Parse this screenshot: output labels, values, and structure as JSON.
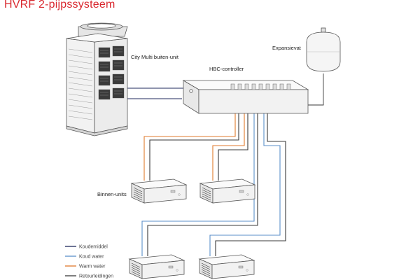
{
  "title": "HVRF 2-pijpssysteem",
  "labels": {
    "outdoor_unit": "City Multi buiten-unit",
    "hbc_controller": "HBC-controller",
    "expansion_vessel": "Expansievat",
    "indoor_units": "Binnen-units"
  },
  "legend": [
    {
      "label": "Koudemiddel",
      "color": "#1f2a5c"
    },
    {
      "label": "Koud water",
      "color": "#5b8fc9"
    },
    {
      "label": "Warm water",
      "color": "#e07a2c"
    },
    {
      "label": "Retourleidingen",
      "color": "#3a3a3a"
    }
  ],
  "colors": {
    "title": "#d9272e",
    "refrigerant": "#1f2a5c",
    "cold_water": "#5b8fc9",
    "warm_water": "#e07a2c",
    "return": "#3a3a3a",
    "outline": "#555555"
  }
}
